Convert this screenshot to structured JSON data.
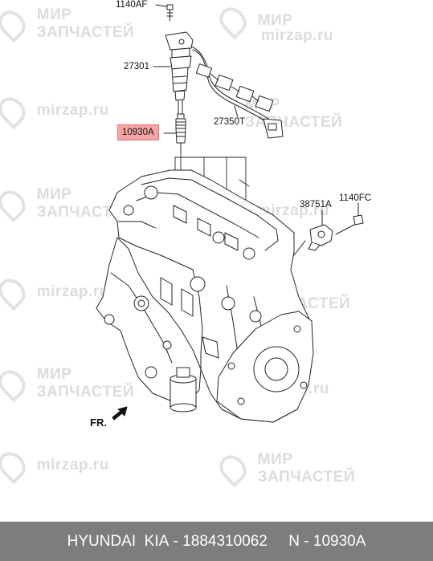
{
  "watermarks": {
    "brand_line1": "МИР",
    "brand_line2": "ЗАПЧАСТЕЙ",
    "site": "mirzap.ru"
  },
  "callouts": {
    "bolt_top": "1140AF",
    "ignition_coil": "27301",
    "wiring_harness": "27350T",
    "spark_plug": "10930A",
    "sensor": "38751A",
    "bolt_right": "1140FC"
  },
  "front_marker": "FR.",
  "footer": {
    "brand": "HYUNDAI  KIA",
    "separator1": " - ",
    "part_number": "1884310062",
    "separator2": "     N - ",
    "ref_number": "10930A"
  },
  "colors": {
    "highlight": "#f5a3a3",
    "footer_bg": "#7d7d7d",
    "watermark": "#dcdcdc"
  }
}
